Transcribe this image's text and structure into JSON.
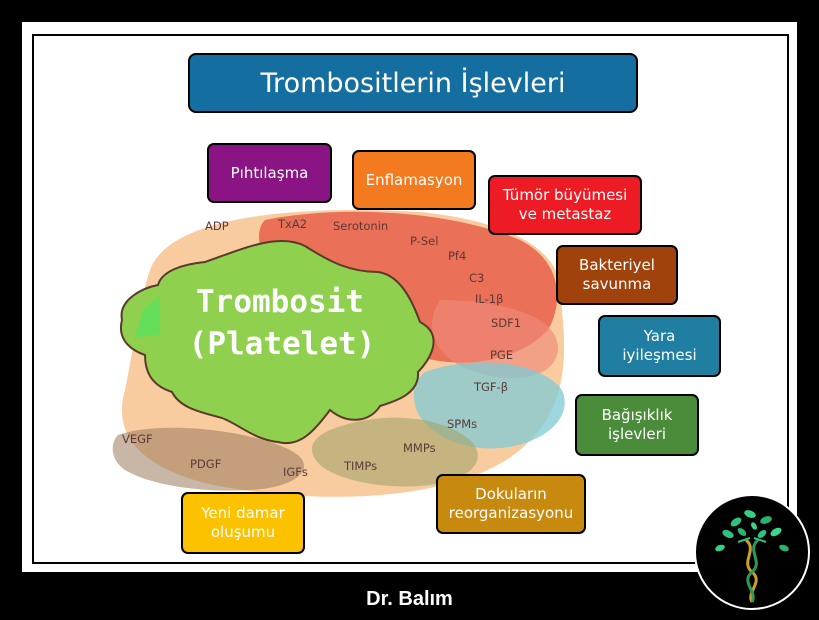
{
  "title": "Trombositlerin İşlevleri",
  "center": {
    "line1": "Trombosit",
    "line2": "(Platelet)"
  },
  "molecules": [
    "ADP",
    "TxA2",
    "Serotonin",
    "P-Sel",
    "Pf4",
    "C3",
    "IL-1β",
    "SDF1",
    "PGE",
    "TGF-β",
    "SPMs",
    "MMPs",
    "TIMPs",
    "IGFs",
    "PDGF",
    "VEGF"
  ],
  "functions": {
    "clotting": "Pıhtılaşma",
    "inflammation": "Enflamasyon",
    "tumor": [
      "Tümör büyümesi",
      "ve metastaz"
    ],
    "bacterial": [
      "Bakteriyel",
      "savunma"
    ],
    "wound": [
      "Yara",
      "iyileşmesi"
    ],
    "immune": [
      "Bağışıklık",
      "işlevleri"
    ],
    "tissue": [
      "Dokuların",
      "reorganizasyonu"
    ],
    "vessel": [
      "Yeni damar",
      "oluşumu"
    ]
  },
  "colors": {
    "title": "#156ea0",
    "clotting": "#8b1485",
    "inflammation": "#f37a1f",
    "tumor": "#ed1c24",
    "bacterial": "#a0420c",
    "wound": "#1f7ea1",
    "immune": "#4a8c3a",
    "tissue": "#c8890f",
    "vessel": "#fcc200",
    "platelet": "#8fd14f"
  },
  "footer": "Dr. Balım"
}
